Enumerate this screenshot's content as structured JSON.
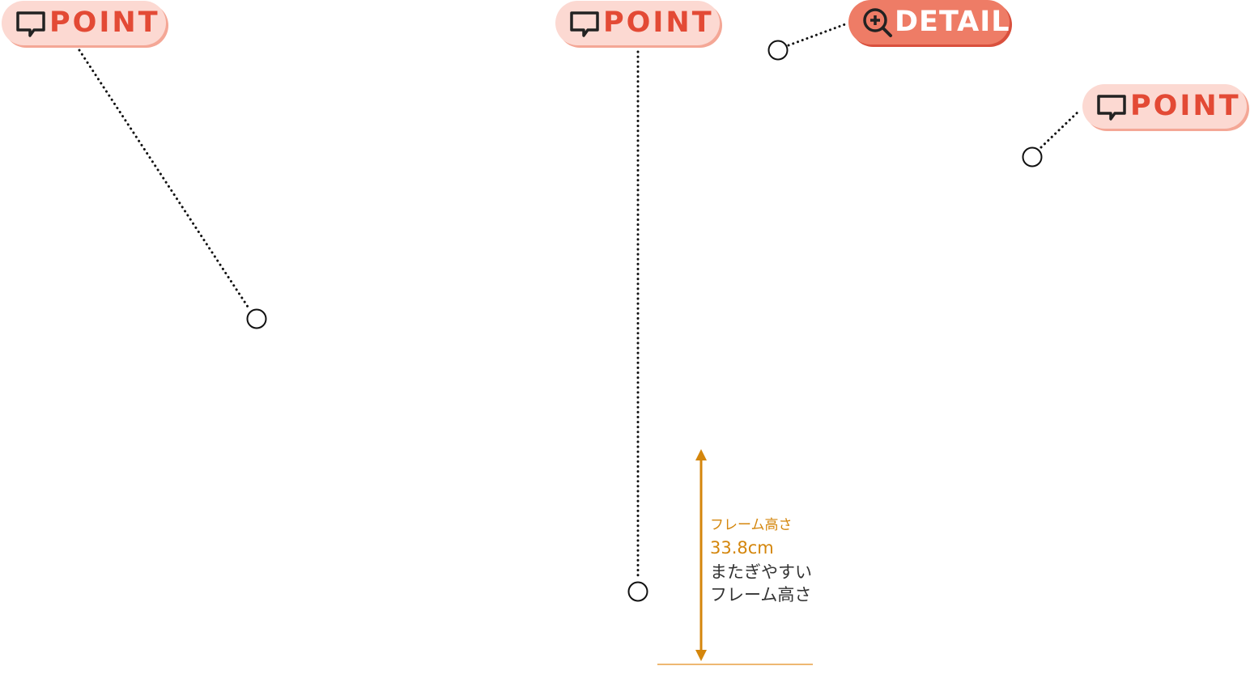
{
  "callouts": [
    {
      "kind": "point",
      "label": "POINT",
      "icon": "speech-bubble-icon"
    },
    {
      "kind": "point",
      "label": "POINT",
      "icon": "speech-bubble-icon"
    },
    {
      "kind": "detail",
      "label": "DETAIL",
      "icon": "zoom-in-icon"
    },
    {
      "kind": "point",
      "label": "POINT",
      "icon": "speech-bubble-icon"
    }
  ],
  "frame_height": {
    "caption": "フレーム高さ",
    "value": "33.8cm",
    "description": "またぎやすい\nフレーム高さ"
  },
  "colors": {
    "point_tag_bg": "#fcd9d2",
    "point_text": "#e34a35",
    "detail_tag_bg": "#ee7c66",
    "dimension": "#d4860c"
  }
}
